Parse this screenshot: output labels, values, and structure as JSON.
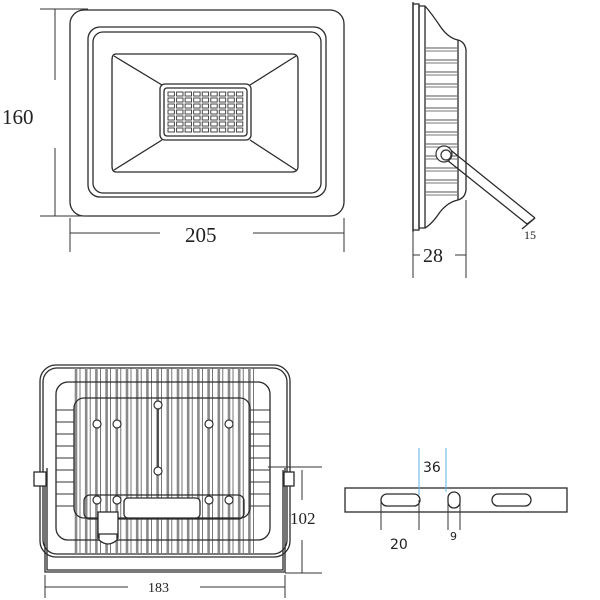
{
  "front_view": {
    "height_label": "160",
    "width_label": "205",
    "led_grid": {
      "columns": 9,
      "rows": 7
    }
  },
  "side_view": {
    "depth_label": "28",
    "bracket_label": "15"
  },
  "back_view": {
    "width_label": "183",
    "height_label": "102"
  },
  "bracket_detail": {
    "spacing_label": "36",
    "slot_label": "20",
    "hole_label": "9"
  },
  "colors": {
    "line": "#2a2a2a",
    "fin": "#8a8a8a",
    "dimension_accent": "#5fb3e6",
    "background": "#ffffff"
  }
}
